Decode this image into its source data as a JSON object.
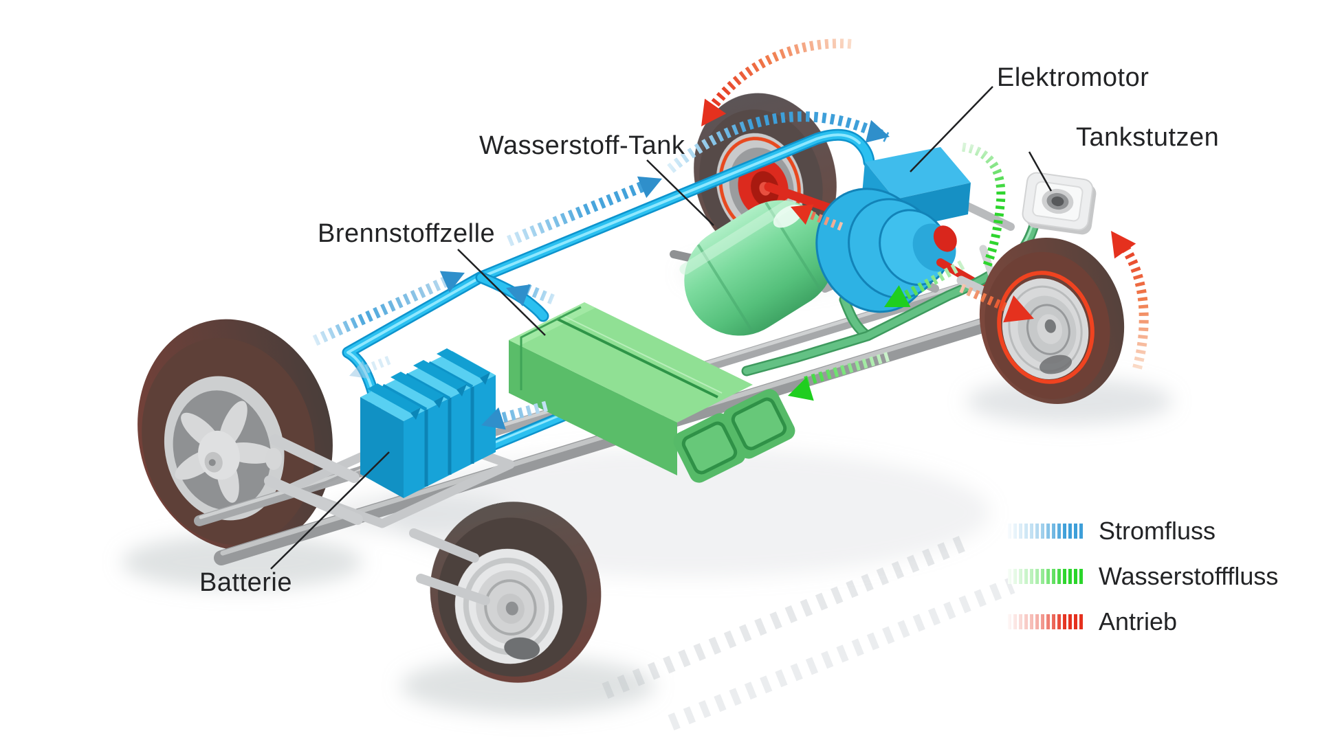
{
  "part_labels": {
    "elektromotor": "Elektromotor",
    "tankstutzen": "Tankstutzen",
    "wasserstoff_tank": "Wasserstoff-Tank",
    "brennstoffzelle": "Brennstoffzelle",
    "batterie": "Batterie"
  },
  "legend": {
    "items": [
      {
        "id": "stromfluss",
        "label": "Stromfluss",
        "color": "#3E9FD9"
      },
      {
        "id": "wasserstofffluss",
        "label": "Wasserstofffluss",
        "color": "#2BD52B"
      },
      {
        "id": "antrieb",
        "label": "Antrieb",
        "color": "#E5311E"
      }
    ]
  },
  "colors": {
    "tube_blue": "#29BFF0",
    "pipe_green": "#63C184",
    "battery_blue": "#17A3D8",
    "fuelcell_green": "#6FCE7E",
    "tank_green": "#74D898",
    "motor_blue": "#2FB4E6",
    "drive_red": "#E5311E",
    "chassis_gray": "#A9ABAD",
    "label_text": "#222325",
    "background": "#FFFFFF"
  }
}
